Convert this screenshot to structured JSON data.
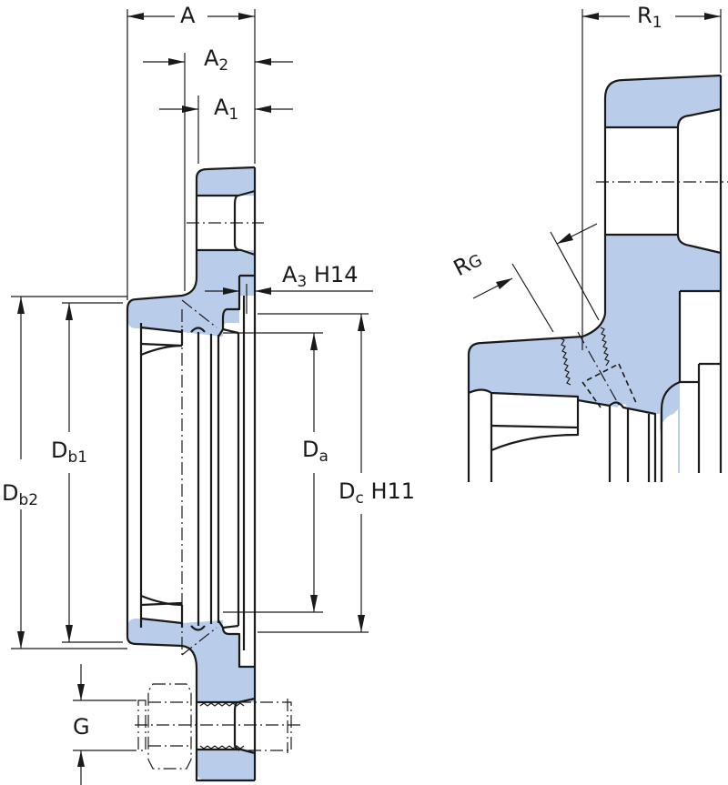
{
  "drawing": {
    "title": "Flanged housing cross-section with dimension callouts",
    "fill_color": "#b9cdea",
    "line_color": "#1a1a1a",
    "background": "#ffffff"
  },
  "dimensions": {
    "A": {
      "main": "A",
      "sub": ""
    },
    "A2": {
      "main": "A",
      "sub": "2"
    },
    "A1": {
      "main": "A",
      "sub": "1"
    },
    "A3": {
      "main": "A",
      "sub": "3",
      "suffix": " H14"
    },
    "Db1": {
      "main": "D",
      "sub": "b1"
    },
    "Db2": {
      "main": "D",
      "sub": "b2"
    },
    "Da": {
      "main": "D",
      "sub": "a"
    },
    "Dc": {
      "main": "D",
      "sub": "c",
      "suffix": " H11"
    },
    "G": {
      "main": "G",
      "sub": ""
    },
    "R1": {
      "main": "R",
      "sub": "1"
    },
    "RG": {
      "main": "R",
      "sub": "G"
    }
  }
}
